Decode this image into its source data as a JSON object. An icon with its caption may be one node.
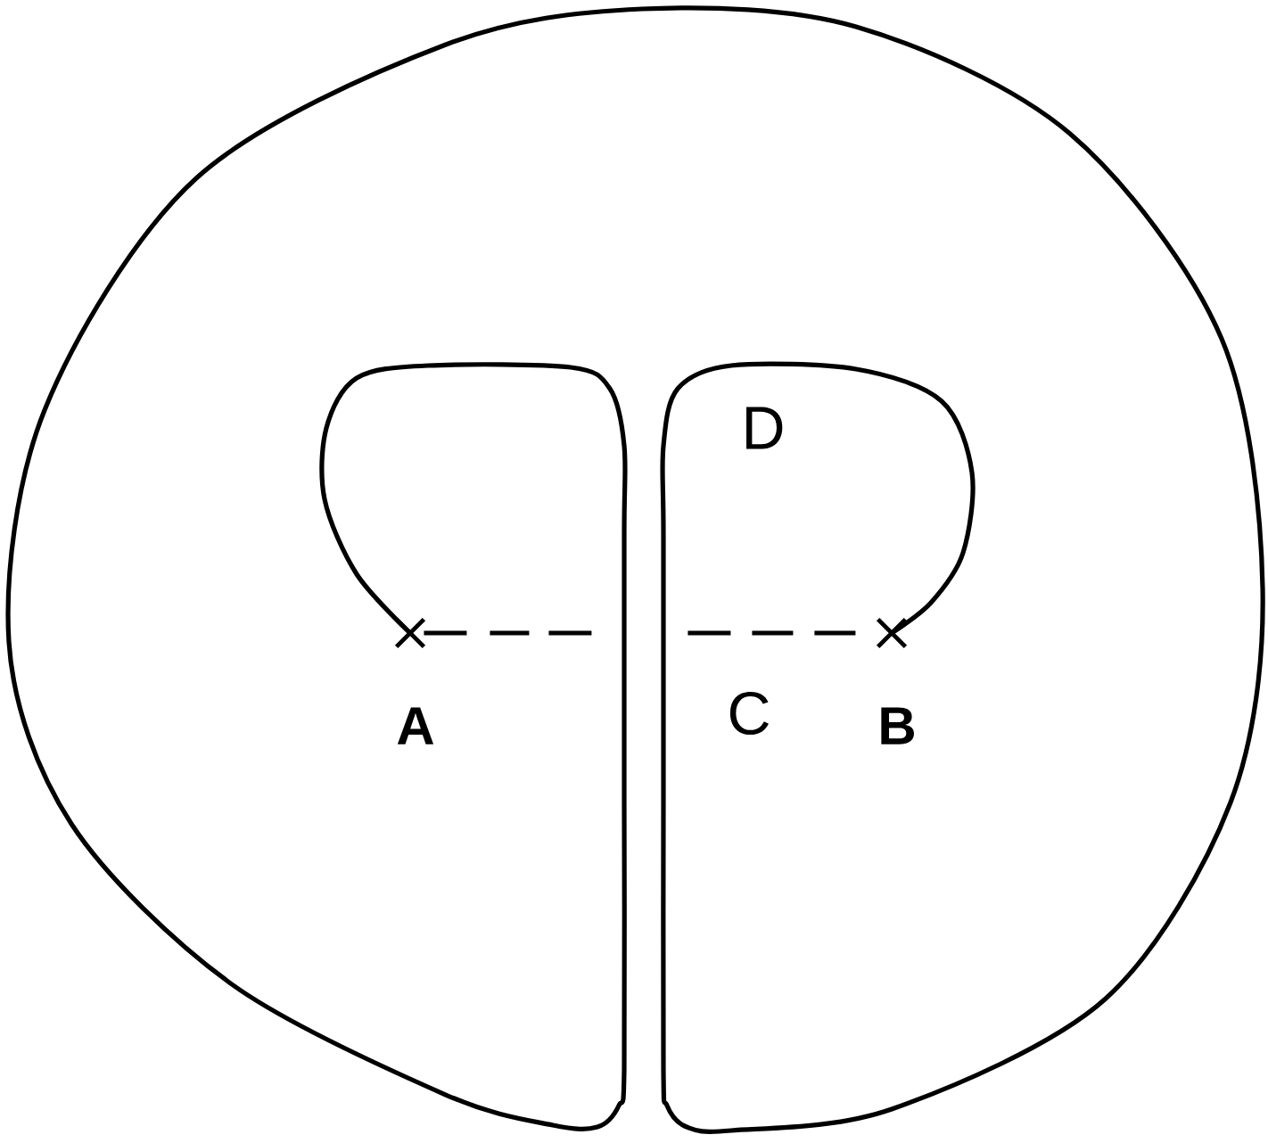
{
  "diagram": {
    "nodes": [
      {
        "text": [],
        "shape": "cross",
        "beside": [
          "A"
        ]
      },
      {
        "text": [],
        "shape": "cross",
        "beside": [
          "B"
        ]
      }
    ],
    "edges": [
      {
        "from": 0,
        "to": 1,
        "arrow": "none",
        "style": "dashed"
      }
    ],
    "labels": [
      "D",
      "C"
    ]
  }
}
